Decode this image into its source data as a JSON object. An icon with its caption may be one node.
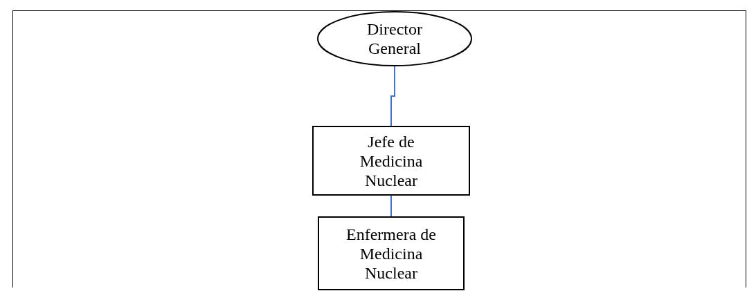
{
  "diagram": {
    "nodes": [
      {
        "text": [
          "Director General"
        ]
      },
      {
        "text": [
          "Jefe de Medicina Nuclear"
        ]
      },
      {
        "text": [
          "Enfermera de Medicina Nuclear"
        ]
      }
    ],
    "edges": [
      {
        "from": 0,
        "to": 1,
        "arrow": "none"
      },
      {
        "from": 1,
        "to": 2,
        "arrow": "none"
      }
    ]
  }
}
